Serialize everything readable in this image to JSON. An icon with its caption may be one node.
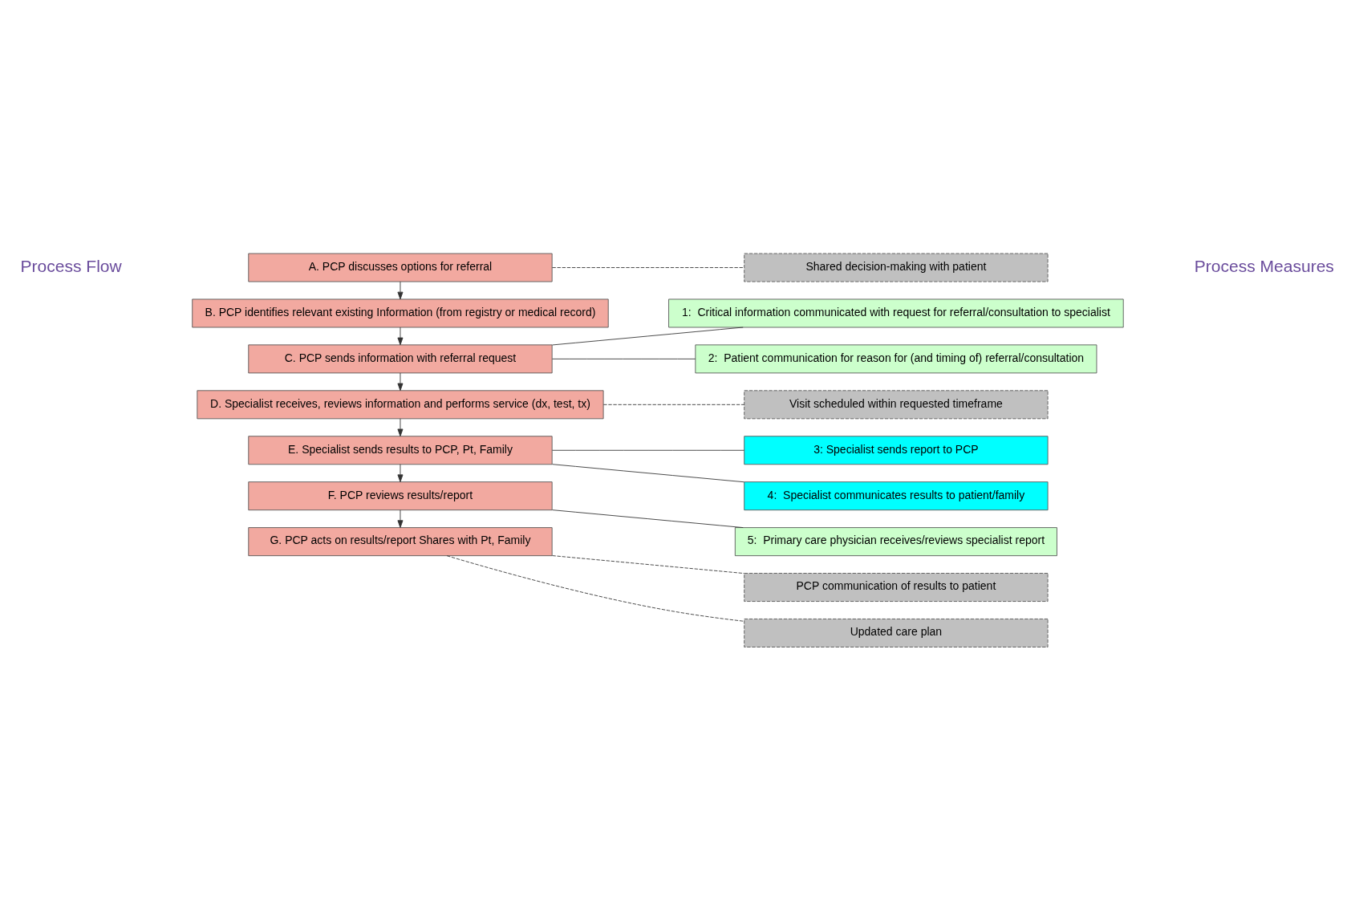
{
  "diagram": {
    "nodes": [
      {
        "text": [
          "A. PCP discusses options for referral"
        ]
      },
      {
        "text": [
          "B. PCP identifies relevant existing Information (from registry or medical record)"
        ]
      },
      {
        "text": [
          "C. PCP sends information with referral request"
        ]
      },
      {
        "text": [
          "D. Specialist receives, reviews information and performs service (dx, test, tx)"
        ]
      },
      {
        "text": [
          "E. Specialist sends results to PCP, Pt, Family"
        ]
      },
      {
        "text": [
          "F. PCP reviews results/report"
        ]
      },
      {
        "text": [
          "G. PCP acts on results/report Shares with Pt, Family"
        ]
      },
      {
        "text": [
          "Shared decision-making with patient"
        ]
      },
      {
        "text": [
          "1:  Critical information communicated with request for referral/consultation to specialist"
        ]
      },
      {
        "text": [
          "2:  Patient communication for reason for (and timing of) referral/consultation"
        ]
      },
      {
        "text": [
          "Visit scheduled within requested timeframe"
        ]
      },
      {
        "text": [
          "3: Specialist sends report to PCP"
        ]
      },
      {
        "text": [
          "4:  Specialist communicates results to patient/family"
        ]
      },
      {
        "text": [
          "5:  Primary care physician receives/reviews specialist report"
        ]
      },
      {
        "text": [
          "PCP communication of results to patient"
        ]
      },
      {
        "text": [
          "Updated care plan"
        ]
      }
    ],
    "edges": [
      {
        "from": 0,
        "to": 1,
        "arrow": "to"
      },
      {
        "from": 1,
        "to": 2,
        "arrow": "to"
      },
      {
        "from": 2,
        "to": 3,
        "arrow": "to"
      },
      {
        "from": 3,
        "to": 4,
        "arrow": "to"
      },
      {
        "from": 4,
        "to": 5,
        "arrow": "to"
      },
      {
        "from": 5,
        "to": 6,
        "arrow": "to"
      },
      {
        "from": 0,
        "to": 7,
        "arrow": "none",
        "style": "dashed"
      },
      {
        "from": 2,
        "to": 8,
        "arrow": "none"
      },
      {
        "from": 2,
        "to": 9,
        "arrow": "none"
      },
      {
        "from": 3,
        "to": 10,
        "arrow": "none",
        "style": "dashed"
      },
      {
        "from": 4,
        "to": 11,
        "arrow": "none"
      },
      {
        "from": 4,
        "to": 12,
        "arrow": "none"
      },
      {
        "from": 5,
        "to": 13,
        "arrow": "none"
      },
      {
        "from": 6,
        "to": 14,
        "arrow": "none",
        "style": "dashed"
      },
      {
        "from": 6,
        "to": 15,
        "arrow": "none",
        "style": "dashed"
      }
    ],
    "labels": [
      "Process Flow",
      "Process Measures"
    ]
  }
}
